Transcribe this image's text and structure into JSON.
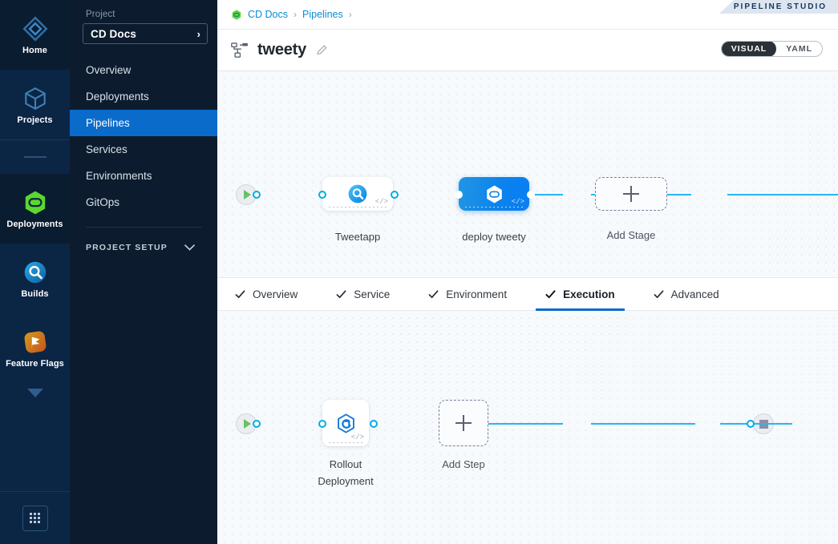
{
  "rail": {
    "items": [
      {
        "label": "Home",
        "icon": "home-diamond-icon"
      },
      {
        "label": "Projects",
        "icon": "cube-icon"
      },
      {
        "label": "Deployments",
        "icon": "deployments-hex-icon"
      },
      {
        "label": "Builds",
        "icon": "builds-magnifier-icon"
      },
      {
        "label": "Feature Flags",
        "icon": "feature-flags-icon"
      }
    ],
    "more_icon": "chevron-down-icon",
    "grid_icon": "grid-apps-icon"
  },
  "sidebar": {
    "section_label": "Project",
    "project": {
      "name": "CD Docs",
      "chevron": "chevron-right-icon"
    },
    "items": [
      {
        "label": "Overview",
        "active": false
      },
      {
        "label": "Deployments",
        "active": false
      },
      {
        "label": "Pipelines",
        "active": true
      },
      {
        "label": "Services",
        "active": false
      },
      {
        "label": "Environments",
        "active": false
      },
      {
        "label": "GitOps",
        "active": false
      }
    ],
    "setup": {
      "label": "PROJECT SETUP",
      "chevron": "chevron-down-icon"
    }
  },
  "breadcrumb": {
    "org_icon": "harness-hex-icon",
    "items": [
      "CD Docs",
      "Pipelines"
    ],
    "separator": "›",
    "trailing_separator": "›"
  },
  "studio_badge": {
    "text": "PIPELINE STUDIO"
  },
  "header": {
    "pipeline_icon": "pipeline-nodes-icon",
    "title": "tweety",
    "edit_icon": "pencil-icon",
    "mode_toggle": {
      "options": [
        "VISUAL",
        "YAML"
      ],
      "selected": "VISUAL"
    }
  },
  "stage_canvas": {
    "start_node": {
      "name": "start-node",
      "icon": "play-icon"
    },
    "end_node": {
      "name": "end-node",
      "icon": "stop-icon"
    },
    "stages": [
      {
        "label": "Tweetapp",
        "type": "CI",
        "icon": "builds-magnifier-icon",
        "selected": false,
        "code_tag": "</>"
      },
      {
        "label": "deploy tweety",
        "type": "CD",
        "icon": "deployments-hex-icon",
        "selected": true,
        "code_tag": "</>"
      }
    ],
    "add_stage": {
      "label": "Add Stage",
      "icon": "plus-icon"
    }
  },
  "tabs": [
    {
      "label": "Overview",
      "checked": true,
      "active": false
    },
    {
      "label": "Service",
      "checked": true,
      "active": false
    },
    {
      "label": "Environment",
      "checked": true,
      "active": false
    },
    {
      "label": "Execution",
      "checked": true,
      "active": true
    },
    {
      "label": "Advanced",
      "checked": true,
      "active": false
    }
  ],
  "step_canvas": {
    "start_node": {
      "name": "start-node",
      "icon": "play-icon"
    },
    "end_node": {
      "name": "end-node",
      "icon": "stop-icon"
    },
    "steps": [
      {
        "label": "Rollout Deployment",
        "icon": "k8s-rollout-icon",
        "code_tag": "</>"
      }
    ],
    "add_step": {
      "label": "Add Step",
      "icon": "plus-icon"
    }
  },
  "colors": {
    "accent_blue": "#0b6bcb",
    "link_blue": "#0a8bd6",
    "connector_blue": "#29b6f1",
    "sidebar_bg": "#0c1c2e",
    "rail_bg": "#0b2545",
    "selected_node": "#0b82ee",
    "success_green": "#63c463"
  }
}
